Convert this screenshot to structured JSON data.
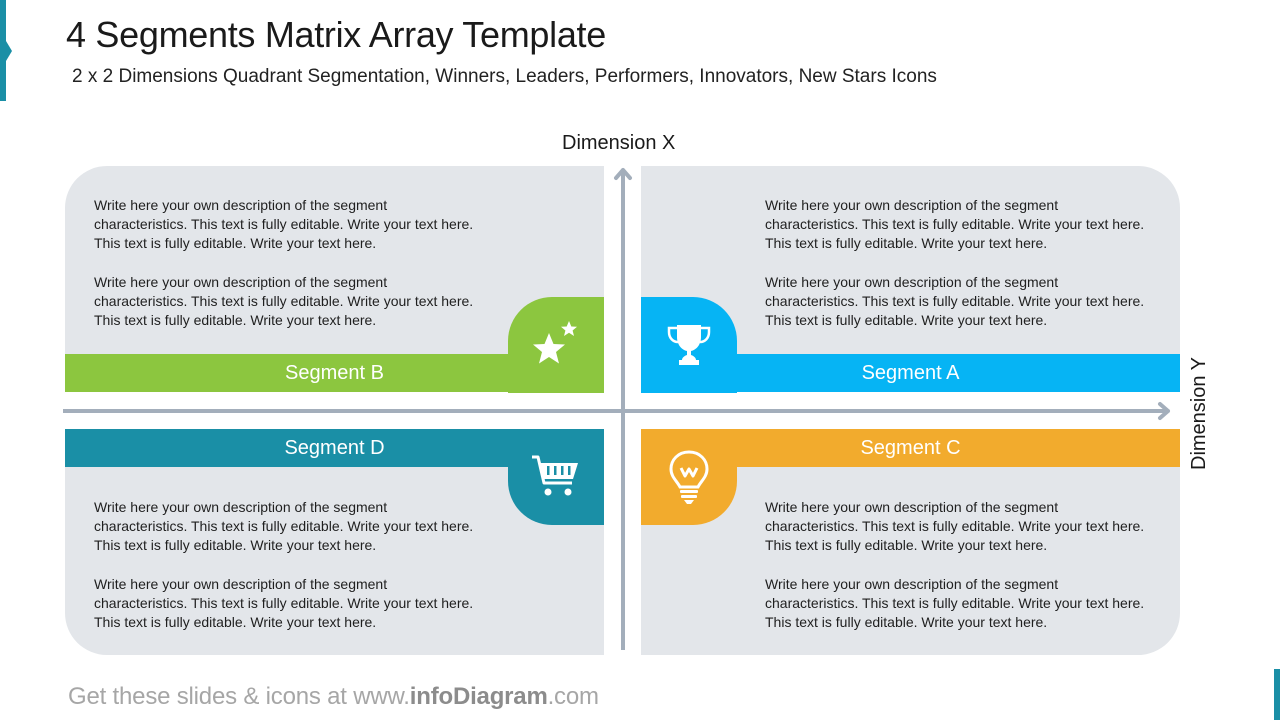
{
  "header": {
    "title": "4 Segments Matrix Array Template",
    "subtitle": "2 x 2 Dimensions Quadrant Segmentation, Winners, Leaders, Performers, Innovators, New Stars Icons"
  },
  "axes": {
    "x_label": "Dimension X",
    "y_label": "Dimension Y",
    "color": "#a3aebb"
  },
  "segments": {
    "b": {
      "label": "Segment B",
      "icon": "stars-icon",
      "color": "#8cc63f",
      "paragraphs": [
        "Write here your own description of the segment characteristics. This text is fully editable. Write your text here. This text is fully editable. Write your text here.",
        "Write here your own description of the segment characteristics. This text is fully editable. Write your text here. This text is fully editable. Write your text here."
      ]
    },
    "a": {
      "label": "Segment A",
      "icon": "trophy-icon",
      "color": "#06b4f4",
      "paragraphs": [
        "Write here your own description of the segment characteristics. This text is fully editable. Write your text here. This text is fully editable. Write your text here.",
        "Write here your own description of the segment characteristics. This text is fully editable. Write your text here. This text is fully editable. Write your text here."
      ]
    },
    "d": {
      "label": "Segment D",
      "icon": "shopping-cart-icon",
      "color": "#1a8fa6",
      "paragraphs": [
        "Write here your own description of the segment characteristics. This text is fully editable. Write your text here. This text is fully editable. Write your text here.",
        "Write here your own description of the segment characteristics. This text is fully editable. Write your text here. This text is fully editable. Write your text here."
      ]
    },
    "c": {
      "label": "Segment C",
      "icon": "lightbulb-icon",
      "color": "#f2ab2d",
      "paragraphs": [
        "Write here your own description of the segment characteristics. This text is fully editable. Write your text here. This text is fully editable. Write your text here.",
        "Write here your own description of the segment characteristics. This text is fully editable. Write your text here. This text is fully editable. Write your text here."
      ]
    }
  },
  "footer": {
    "prefix": "Get these slides & icons at www.",
    "brand": "infoDiagram",
    "suffix": ".com"
  },
  "colors": {
    "panel": "#e3e6ea",
    "accent": "#1a8fa6"
  }
}
